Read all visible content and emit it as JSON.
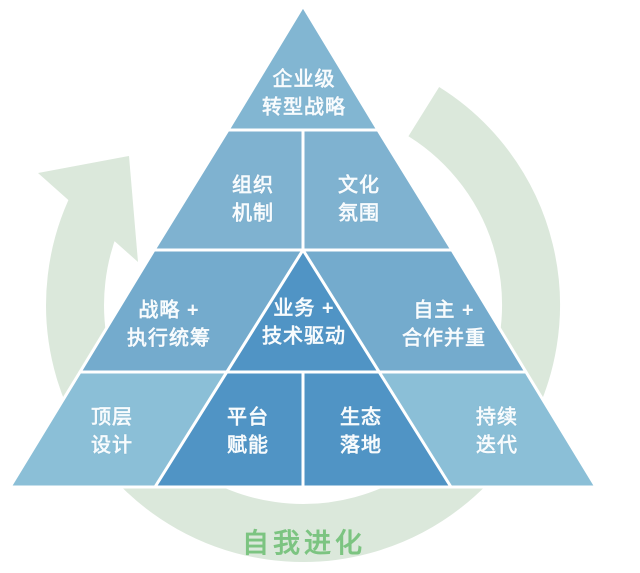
{
  "caption": "自我进化",
  "pyramid": {
    "levels": [
      {
        "name": "level-1",
        "cells": [
          "企业级\n转型战略"
        ]
      },
      {
        "name": "level-2",
        "cells": [
          "组织\n机制",
          "文化\n氛围"
        ]
      },
      {
        "name": "level-3",
        "cells": [
          "战略 +\n执行统筹",
          "业务 +\n技术驱动",
          "自主 +\n合作并重"
        ]
      },
      {
        "name": "level-4",
        "cells": [
          "顶层\n设计",
          "平台\n赋能",
          "生态\n落地",
          "持续\n迭代"
        ]
      }
    ]
  },
  "colors": {
    "arrow_green": "#dbe8db",
    "caption_green": "#7cc481",
    "row1_blue": "#82b6d2",
    "row2_blue": "#7fb2d0",
    "row3_blue": "#74abcd",
    "row4_blue": "#8bbfd7",
    "inner_triangle_blue": "#5094c5",
    "divider_white": "#ffffff",
    "cell_text_white": "#f7fbfd"
  }
}
